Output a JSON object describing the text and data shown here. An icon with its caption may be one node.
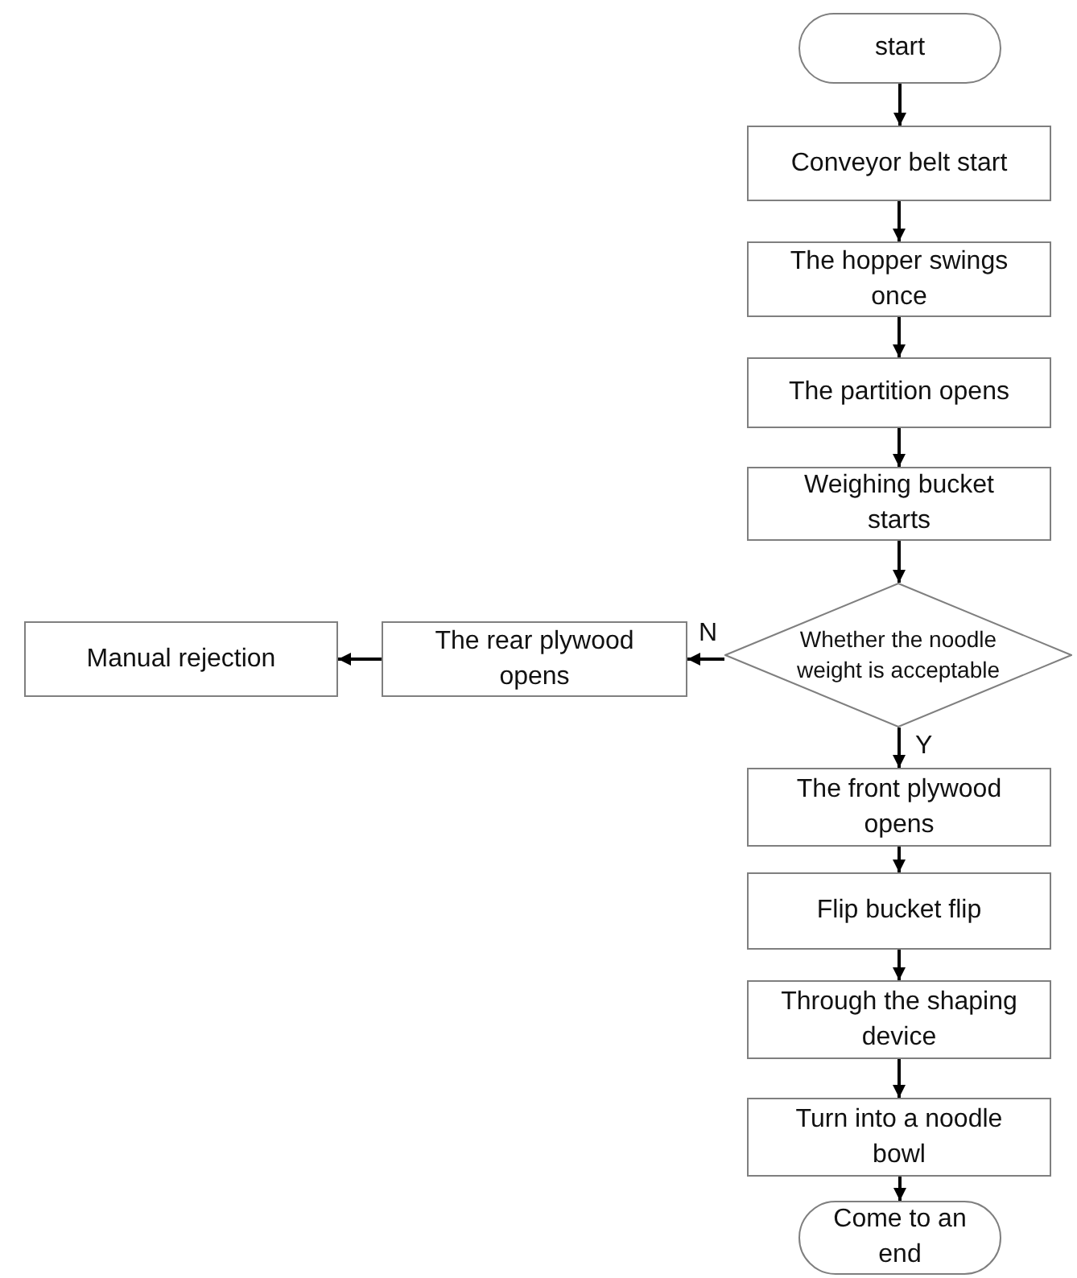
{
  "diagram": {
    "nodes": [
      {
        "text": [
          "start"
        ]
      },
      {
        "text": [
          "Conveyor belt start"
        ]
      },
      {
        "text": [
          "The hopper swings once"
        ]
      },
      {
        "text": [
          "The partition opens"
        ]
      },
      {
        "text": [
          "Weighing bucket starts"
        ]
      },
      {
        "text": [
          "Whether the noodle weight is acceptable"
        ]
      },
      {
        "text": [
          "The rear plywood opens"
        ]
      },
      {
        "text": [
          "Manual rejection"
        ]
      },
      {
        "text": [
          "The front plywood opens"
        ]
      },
      {
        "text": [
          "Flip bucket flip"
        ]
      },
      {
        "text": [
          "Through the shaping device"
        ]
      },
      {
        "text": [
          "Turn into a noodle bowl"
        ]
      },
      {
        "text": [
          "Come to an end"
        ]
      }
    ],
    "edges": [
      {
        "from": 0,
        "to": 1,
        "arrow": "to"
      },
      {
        "from": 1,
        "to": 2,
        "arrow": "to"
      },
      {
        "from": 2,
        "to": 3,
        "arrow": "to"
      },
      {
        "from": 3,
        "to": 4,
        "arrow": "to"
      },
      {
        "from": 4,
        "to": 5,
        "arrow": "to"
      },
      {
        "from": 5,
        "to": 6,
        "arrow": "to",
        "label": "N"
      },
      {
        "from": 6,
        "to": 7,
        "arrow": "to"
      },
      {
        "from": 5,
        "to": 8,
        "arrow": "to",
        "label": "Y"
      },
      {
        "from": 8,
        "to": 9,
        "arrow": "to"
      },
      {
        "from": 9,
        "to": 10,
        "arrow": "to"
      },
      {
        "from": 10,
        "to": 11,
        "arrow": "to"
      },
      {
        "from": 11,
        "to": 12,
        "arrow": "to"
      }
    ]
  }
}
